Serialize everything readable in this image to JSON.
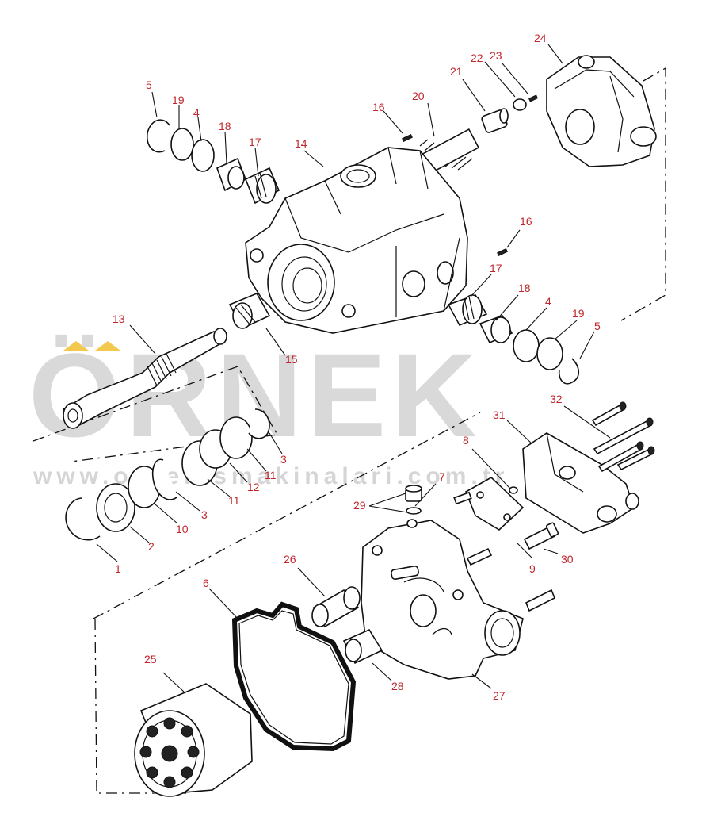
{
  "watermark": {
    "brand": "ÖRNEK",
    "url": "www.ornekismakinalari.com.tr",
    "accent_color": "#f2c94c",
    "text_color": "#d9d9d9"
  },
  "label_color": "#c0262c",
  "labels": {
    "l1": "1",
    "l2": "2",
    "l3a": "3",
    "l3b": "3",
    "l4a": "4",
    "l4b": "4",
    "l5a": "5",
    "l5b": "5",
    "l6": "6",
    "l7": "7",
    "l8": "8",
    "l9": "9",
    "l10": "10",
    "l11a": "11",
    "l11b": "11",
    "l12": "12",
    "l13": "13",
    "l14": "14",
    "l15": "15",
    "l16a": "16",
    "l16b": "16",
    "l17a": "17",
    "l17b": "17",
    "l18a": "18",
    "l18b": "18",
    "l19a": "19",
    "l19b": "19",
    "l20": "20",
    "l21": "21",
    "l22": "22",
    "l23": "23",
    "l24": "24",
    "l25": "25",
    "l26": "26",
    "l27": "27",
    "l28": "28",
    "l29": "29",
    "l30": "30",
    "l31": "31",
    "l32": "32"
  }
}
